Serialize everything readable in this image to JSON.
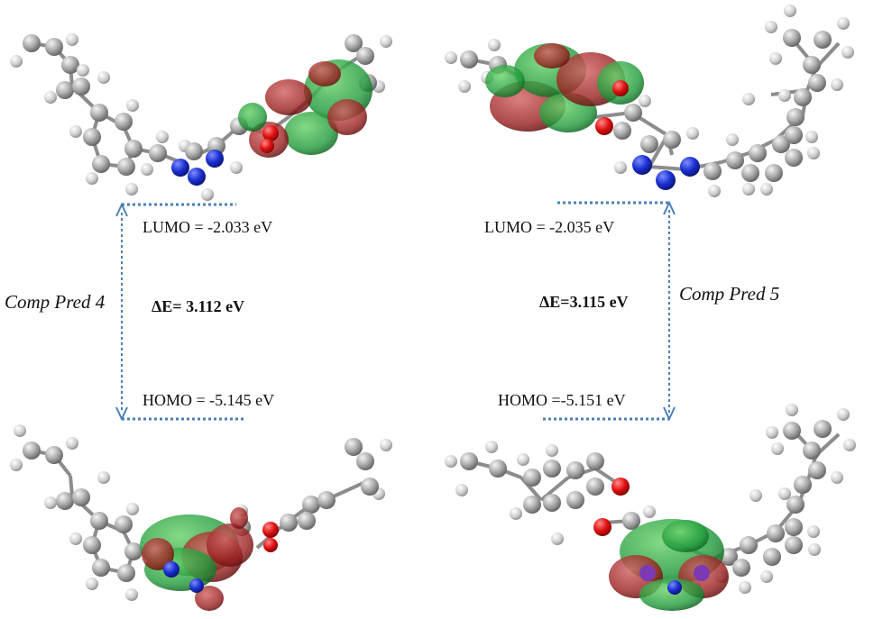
{
  "colors": {
    "arrow": "#4a7fb8",
    "carbon": "#a6a6a6",
    "hydrogen": "#d4d4d4",
    "nitrogen": "#1a2fd0",
    "oxygen": "#e01010",
    "orbital_pos": "#1f9a3a",
    "orbital_neg": "#9a1f1f"
  },
  "left": {
    "compound": "Comp Pred 4",
    "lumo": "LUMO = -2.033 eV",
    "homo": "HOMO = -5.145 eV",
    "gap_prefix": "ΔE= ",
    "gap_value": "3.112 eV"
  },
  "right": {
    "compound": "Comp Pred 5",
    "lumo": "LUMO = -2.035 eV",
    "homo": "HOMO =-5.151 eV",
    "gap_prefix": "ΔE=",
    "gap_value": "3.115 eV"
  }
}
